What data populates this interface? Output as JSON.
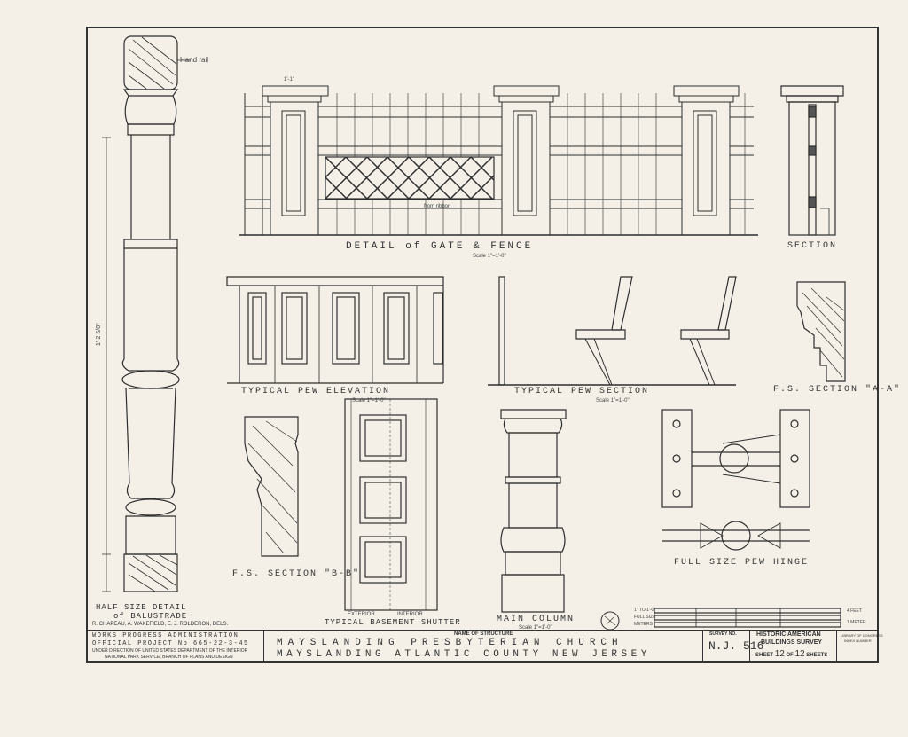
{
  "drawings": {
    "handrail": "Hand rail",
    "gate_fence_title": "DETAIL of GATE & FENCE",
    "gate_fence_scale": "Scale 1\"=1'-0\"",
    "section_title": "SECTION",
    "pew_elev_title": "TYPICAL PEW ELEVATION",
    "pew_elev_scale": "Scale 1\"=1'-0\"",
    "pew_section_title": "TYPICAL PEW SECTION",
    "pew_section_scale": "Scale 1\"=1'-0\"",
    "fs_section_aa": "F.S. SECTION \"A-A\"",
    "fs_section_bb": "F.S. SECTION \"B-B\"",
    "shutter_title": "TYPICAL BASEMENT SHUTTER",
    "shutter_exterior": "EXTERIOR",
    "shutter_interior": "INTERIOR",
    "main_column_title": "MAIN COLUMN",
    "main_column_scale": "Scale 1\"=1'-0\"",
    "pew_hinge_title": "FULL SIZE PEW HINGE",
    "baluster_title_1": "HALF SIZE DETAIL",
    "baluster_title_2": "of BALUSTRADE",
    "wood_graining": "from ribbon",
    "dim_fence_top": "1'-1\"",
    "dim_column": "1'-2 5/8\""
  },
  "title_block": {
    "delineators": "R. CHAPEAU, A. WAKEFIELD, E. J. ROLDERON, DELS.",
    "wpa": "WORKS PROGRESS ADMINISTRATION",
    "project": "OFFICIAL PROJECT No 665-22-3-45",
    "direction_1": "UNDER DIRECTION OF UNITED STATES DEPARTMENT OF THE INTERIOR",
    "direction_2": "NATIONAL PARK SERVICE, BRANCH OF PLANS AND DESIGN",
    "structure_label": "NAME OF STRUCTURE",
    "structure_name": "MAYSLANDING PRESBYTERIAN CHURCH",
    "location": "MAYSLANDING ATLANTIC COUNTY NEW JERSEY",
    "survey_label": "SURVEY NO.",
    "survey_no": "N.J. 516",
    "habs_1": "HISTORIC AMERICAN",
    "habs_2": "BUILDINGS SURVEY",
    "sheet_prefix": "SHEET",
    "sheet_no": "12",
    "sheet_of": "OF",
    "sheet_total": "12",
    "sheet_suffix": "SHEETS",
    "index_1": "LIBRARY OF CONGRESS",
    "index_2": "INDEX NUMBER",
    "scale_label_1": "1\" TO 1'-0\"",
    "scale_label_2": "FULL SIZE",
    "scale_label_3": "METERS",
    "scale_label_4": "4 FEET",
    "scale_label_5": "1 METER"
  }
}
